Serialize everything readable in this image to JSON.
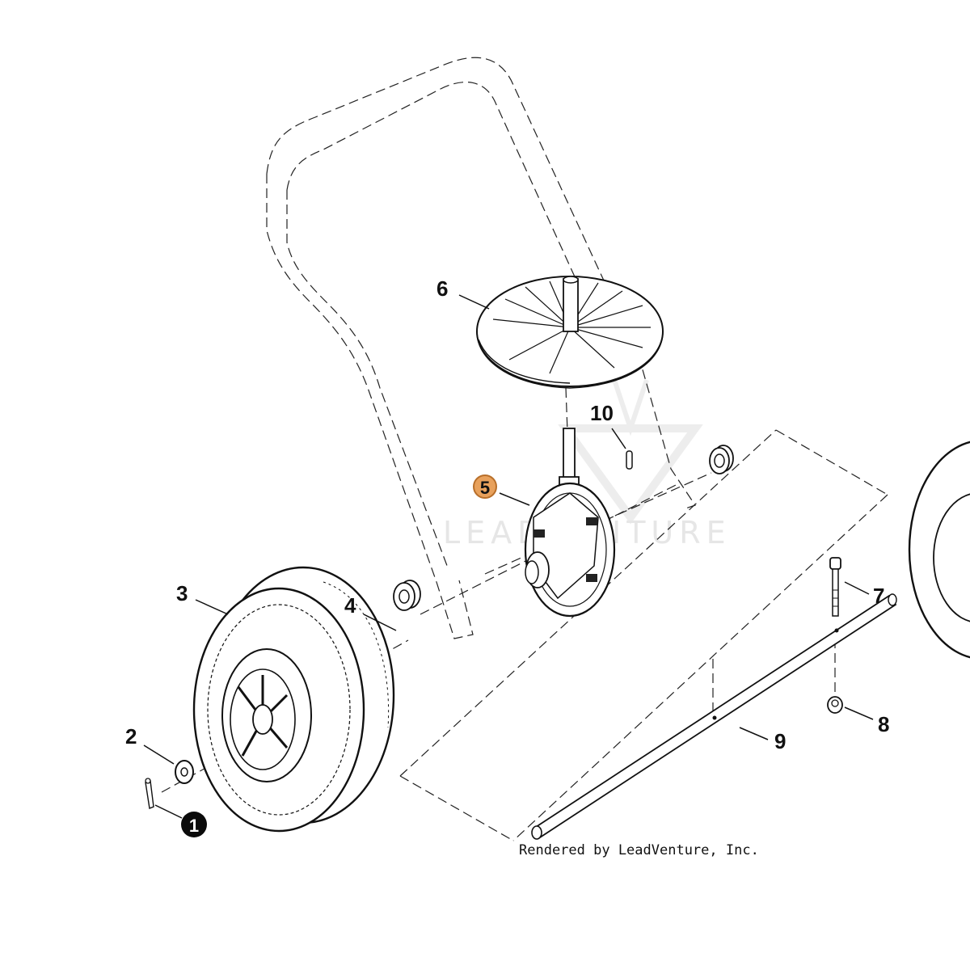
{
  "diagram": {
    "callouts": [
      {
        "id": "c1",
        "label": "1",
        "style": "filled-black"
      },
      {
        "id": "c2",
        "label": "2",
        "style": "plain"
      },
      {
        "id": "c3",
        "label": "3",
        "style": "plain"
      },
      {
        "id": "c4",
        "label": "4",
        "style": "plain"
      },
      {
        "id": "c5",
        "label": "5",
        "style": "highlighted"
      },
      {
        "id": "c6",
        "label": "6",
        "style": "plain"
      },
      {
        "id": "c7",
        "label": "7",
        "style": "plain"
      },
      {
        "id": "c8",
        "label": "8",
        "style": "plain"
      },
      {
        "id": "c9",
        "label": "9",
        "style": "plain"
      },
      {
        "id": "c10",
        "label": "10",
        "style": "plain"
      }
    ],
    "credit": "Rendered by LeadVenture, Inc.",
    "watermark": "LEADVENTURE",
    "colors": {
      "highlight_fill": "#e8a15c",
      "highlight_stroke": "#b86f2a",
      "line": "#111111",
      "watermark": "#e6e6e6"
    }
  }
}
